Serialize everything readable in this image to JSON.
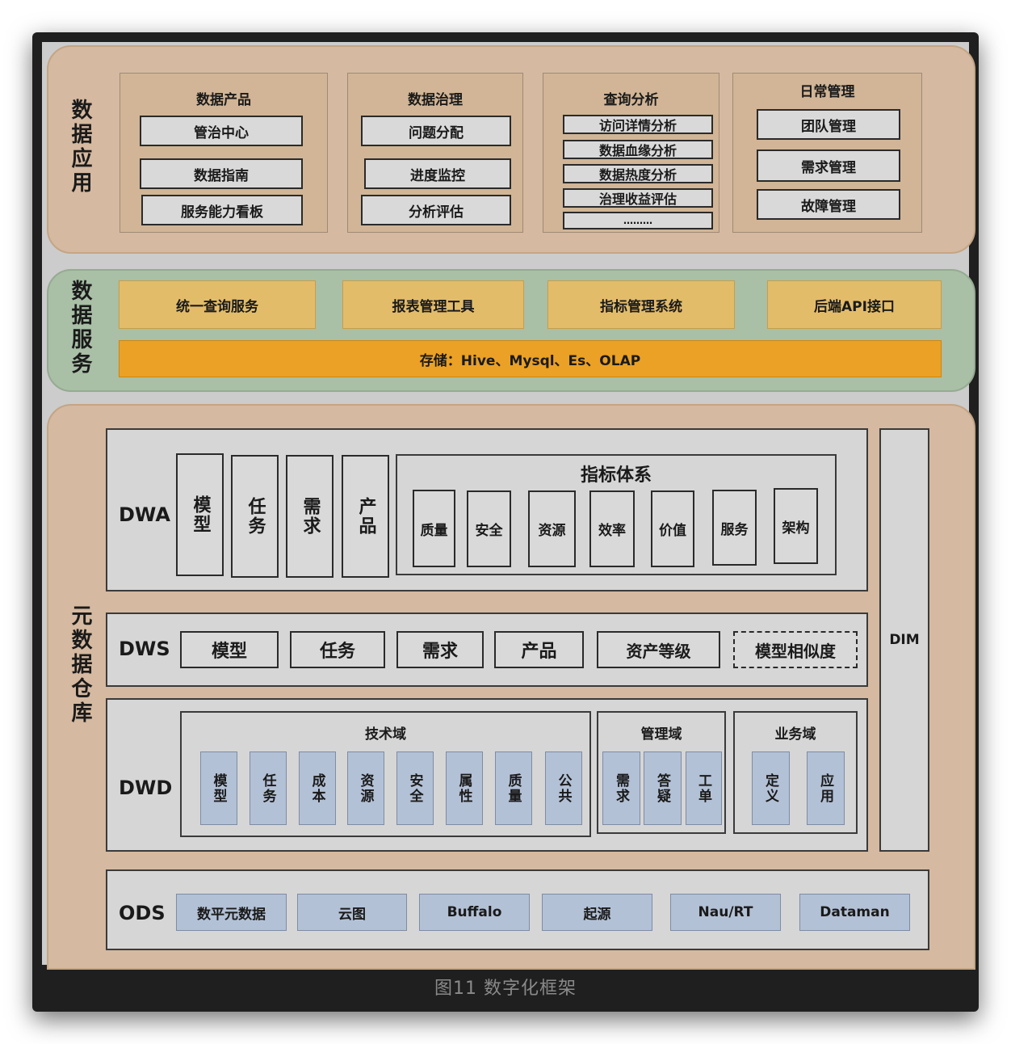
{
  "caption": "图11 数字化框架",
  "layers": {
    "app_label": "数据应用",
    "svc_label": "数据服务",
    "wh_label": "元数据仓库"
  },
  "app": {
    "groups": [
      {
        "title": "数据产品",
        "items": [
          "管治中心",
          "数据指南",
          "服务能力看板"
        ]
      },
      {
        "title": "数据治理",
        "items": [
          "问题分配",
          "进度监控",
          "分析评估"
        ]
      },
      {
        "title": "查询分析",
        "items": [
          "访问详情分析",
          "数据血缘分析",
          "数据热度分析",
          "治理收益评估",
          "………"
        ]
      },
      {
        "title": "日常管理",
        "items": [
          "团队管理",
          "需求管理",
          "故障管理"
        ]
      }
    ]
  },
  "svc": {
    "items": [
      "统一查询服务",
      "报表管理工具",
      "指标管理系统",
      "后端API接口"
    ],
    "storage": "存储：Hive、Mysql、Es、OLAP"
  },
  "dwa": {
    "label": "DWA",
    "boxes": [
      "模型",
      "任务",
      "需求",
      "产品"
    ],
    "metric_title": "指标体系",
    "metrics": [
      "质量",
      "安全",
      "资源",
      "效率",
      "价值",
      "服务",
      "架构"
    ]
  },
  "dws": {
    "label": "DWS",
    "boxes": [
      "模型",
      "任务",
      "需求",
      "产品",
      "资产等级"
    ],
    "dashed_box": "模型相似度"
  },
  "dwd": {
    "label": "DWD",
    "tech": {
      "title": "技术域",
      "items": [
        "模型",
        "任务",
        "成本",
        "资源",
        "安全",
        "属性",
        "质量",
        "公共"
      ]
    },
    "mgmt": {
      "title": "管理域",
      "items": [
        "需求",
        "答疑",
        "工单"
      ]
    },
    "biz": {
      "title": "业务域",
      "items": [
        "定义",
        "应用"
      ]
    }
  },
  "dim": {
    "label": "DIM"
  },
  "ods": {
    "label": "ODS",
    "items": [
      "数平元数据",
      "云图",
      "Buffalo",
      "起源",
      "Nau/RT",
      "Dataman"
    ]
  }
}
